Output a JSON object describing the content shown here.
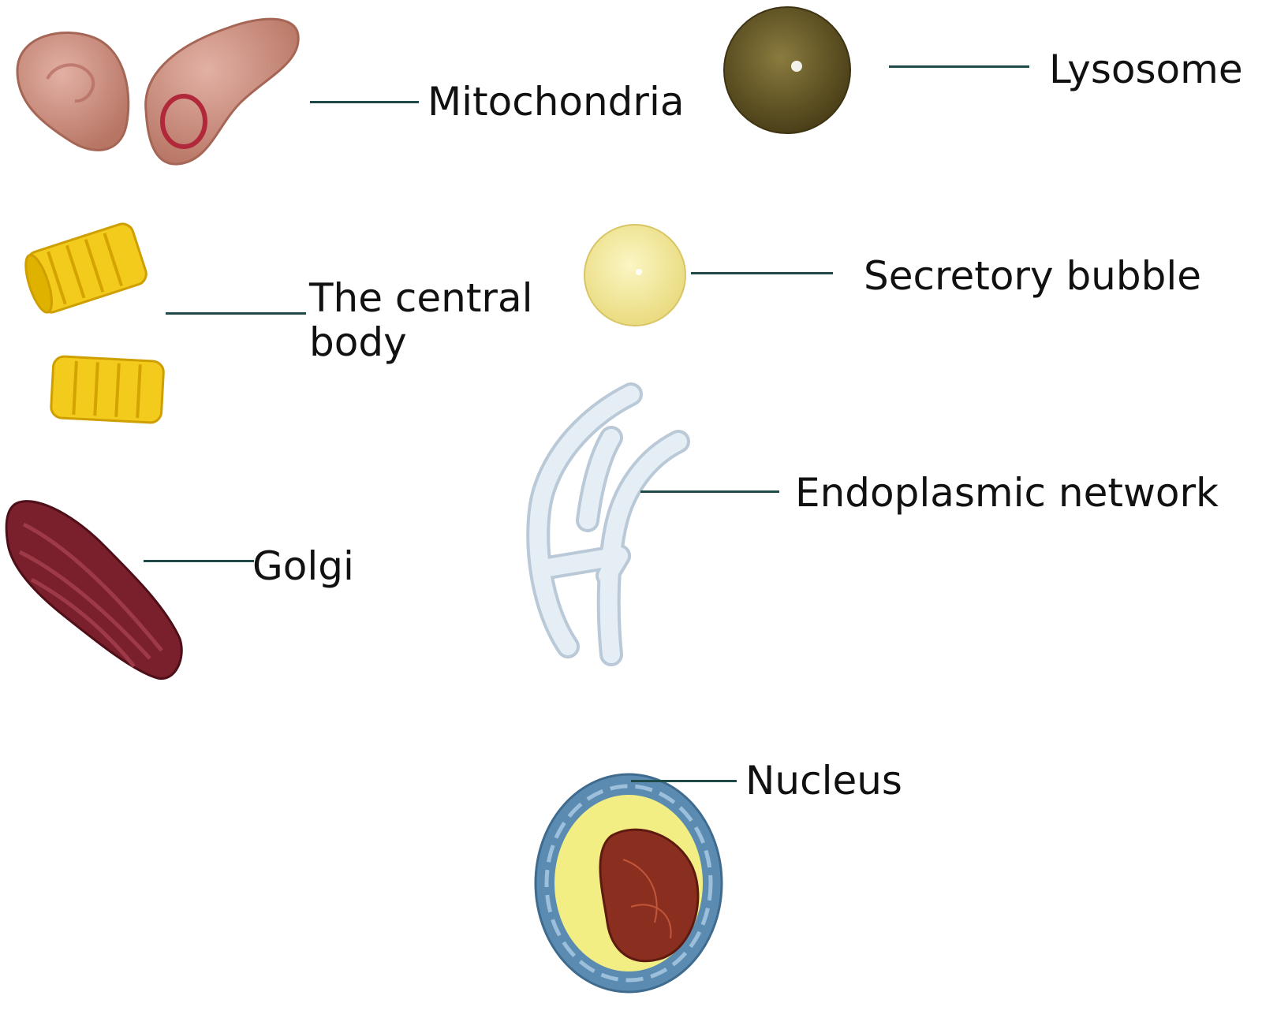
{
  "colors": {
    "text": "#111111",
    "leader": "#1e4a48",
    "mitochondria": "#c98a7c",
    "lysosome": "#6e5f2a",
    "centriole": "#f2cb1c",
    "secretory_vesicle": "#f6eea0",
    "golgi": "#7a1f2c",
    "endoplasmic_reticulum": "#e4edf4",
    "nucleus_envelope": "#5b8bb0",
    "nucleus_interior": "#f2ee83",
    "nucleolus": "#8a2f1f"
  },
  "labels": {
    "mitochondria": "Mitochondria",
    "lysosome": "Lysosome",
    "central_body_line1": "The central",
    "central_body_line2": "body",
    "secretory_bubble": "Secretory bubble",
    "golgi": "Golgi",
    "endoplasmic_network": "Endoplasmic network",
    "nucleus": "Nucleus"
  }
}
